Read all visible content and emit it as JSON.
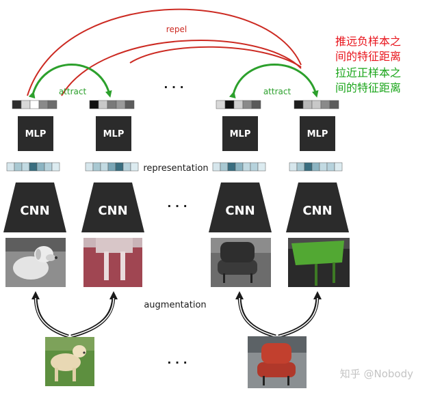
{
  "labels": {
    "repel": "repel",
    "attract_left": "attract",
    "attract_right": "attract",
    "representation": "representation",
    "augmentation": "augmentation",
    "mlp": "MLP",
    "cnn": "CNN",
    "ellipsis": "· · ·"
  },
  "annotations": {
    "red_line1": "推远负样本之",
    "red_line2": "间的特征距离",
    "green_line1": "拉近正样本之",
    "green_line2": "间的特征距离"
  },
  "watermark": "知乎 @Nobody",
  "images": [
    {
      "name": "labrador-gray-augmented",
      "depicts": "dog"
    },
    {
      "name": "dog-legs-red-augmented",
      "depicts": "dog"
    },
    {
      "name": "chair-gray-augmented",
      "depicts": "chair"
    },
    {
      "name": "chair-green-augmented",
      "depicts": "chair"
    },
    {
      "name": "labrador-original",
      "depicts": "dog"
    },
    {
      "name": "red-chair-original",
      "depicts": "chair"
    }
  ],
  "colors": {
    "repel": "#cc2a22",
    "attract": "#2ca02c",
    "block": "#2b2b2b",
    "annotation_red": "#e8141c",
    "annotation_green": "#1aa51a"
  }
}
